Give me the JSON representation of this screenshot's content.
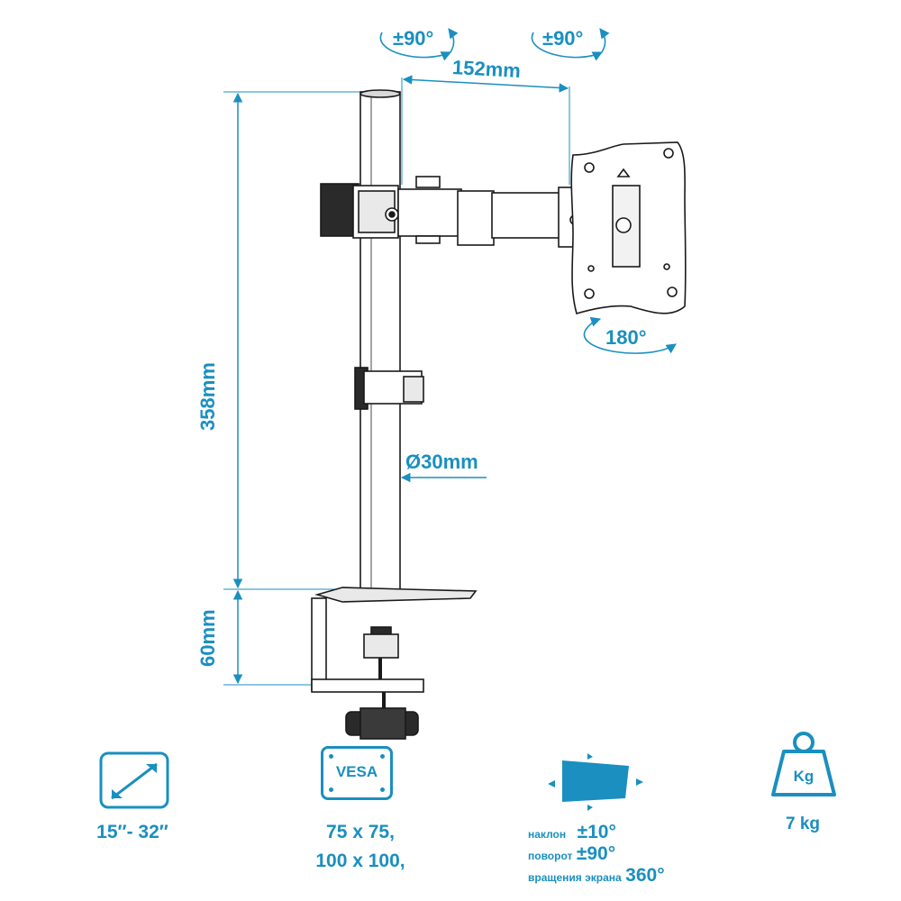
{
  "colors": {
    "accent": "#1a8fc0",
    "line": "#1a1a1a",
    "fill": "#e9e9e9",
    "dark": "#2a2a2a"
  },
  "dimensions": {
    "rot_left": "±90°",
    "rot_right": "±90°",
    "arm_length": "152mm",
    "pole_height": "358mm",
    "clamp_height": "60mm",
    "pole_diameter": "Ø30mm",
    "plate_rotation": "180°"
  },
  "specs": {
    "screen_size": "15″- 32″",
    "vesa_badge": "VESA",
    "vesa_line1": "75 x 75,",
    "vesa_line2": "100 x 100,",
    "tilt_label": "наклон",
    "tilt_value": "±10°",
    "swivel_label": "поворот",
    "swivel_value": "±90°",
    "rotation_label": "вращения экрана",
    "rotation_value": "360°",
    "weight_badge": "Kg",
    "weight_value": "7 kg"
  },
  "icons": [
    "screen-size-icon",
    "vesa-icon",
    "tilt-swivel-icon",
    "weight-icon"
  ]
}
